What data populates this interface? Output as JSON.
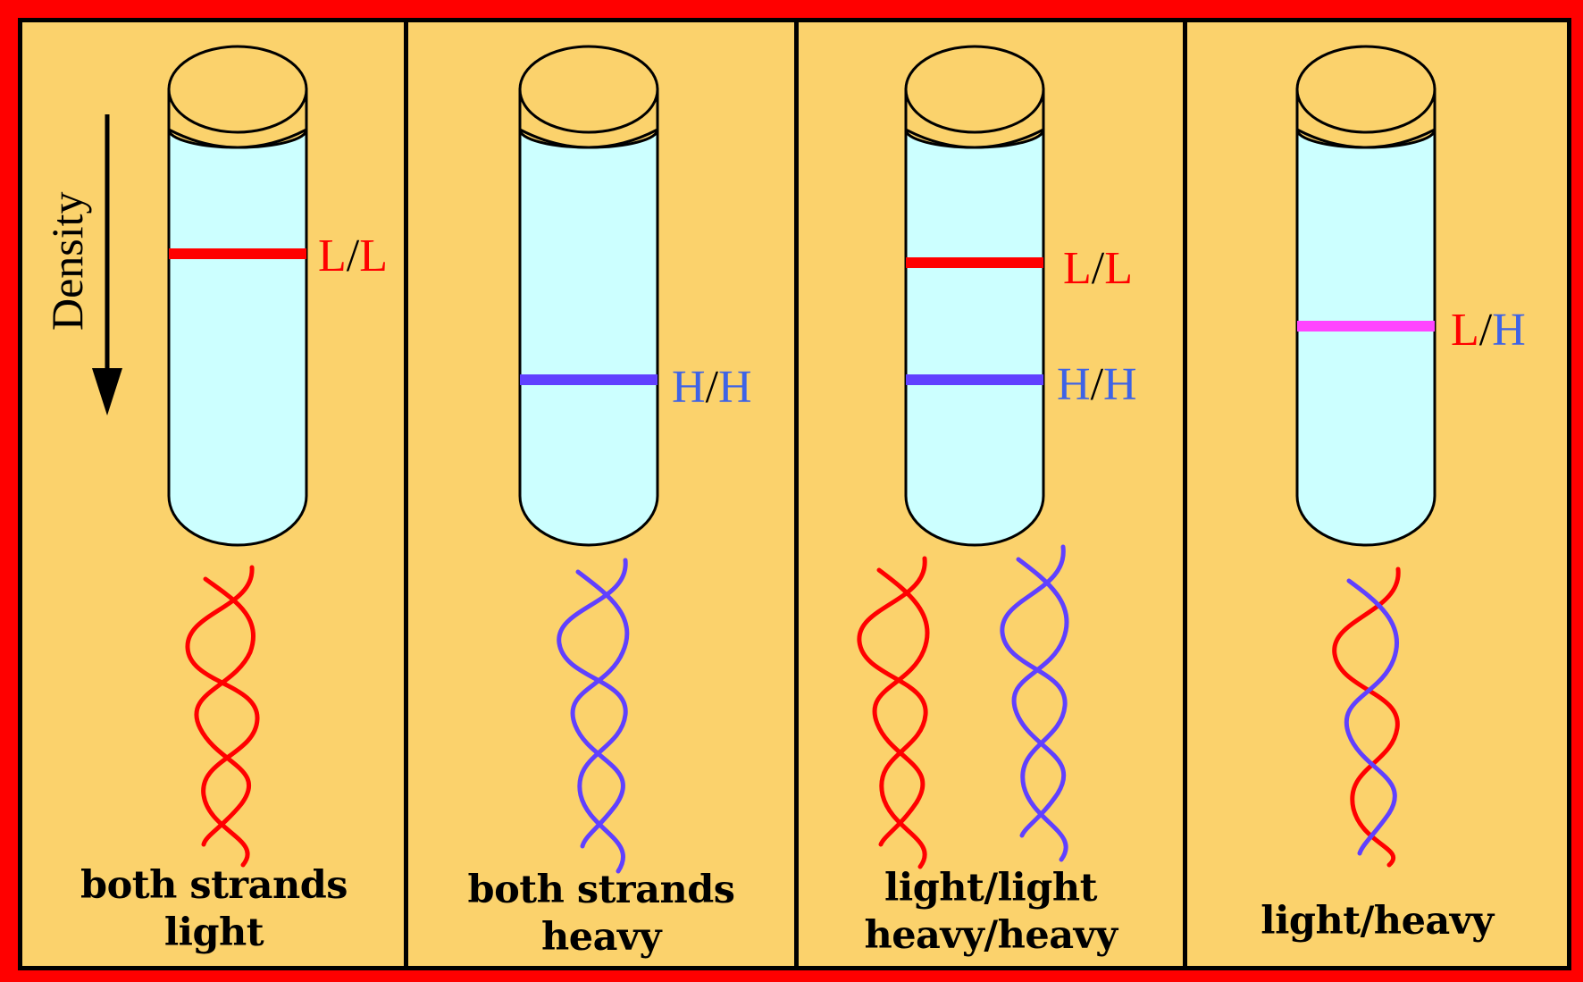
{
  "density_axis": {
    "label": "Density"
  },
  "colors": {
    "background": "#fbd26c",
    "frame": "#ff0000",
    "tube_fill": "#ccffff",
    "light": "#ff0000",
    "heavy": "#6040ff",
    "hybrid": "#ff44ff",
    "heavy_text": "#3e63e6"
  },
  "panels": [
    {
      "bands": [
        {
          "label_left": "L",
          "label_sep": "/",
          "label_right": "L"
        }
      ],
      "caption": [
        "both strands",
        "light"
      ]
    },
    {
      "bands": [
        {
          "label_left": "H",
          "label_sep": "/",
          "label_right": "H"
        }
      ],
      "caption": [
        "both strands",
        "heavy"
      ]
    },
    {
      "bands": [
        {
          "label_left": "L",
          "label_sep": "/",
          "label_right": "L"
        },
        {
          "label_left": "H",
          "label_sep": "/",
          "label_right": "H"
        }
      ],
      "caption": [
        "light/light",
        "heavy/heavy"
      ]
    },
    {
      "bands": [
        {
          "label_left": "L",
          "label_sep": "/",
          "label_right": "H"
        }
      ],
      "caption": [
        "light/heavy"
      ]
    }
  ]
}
